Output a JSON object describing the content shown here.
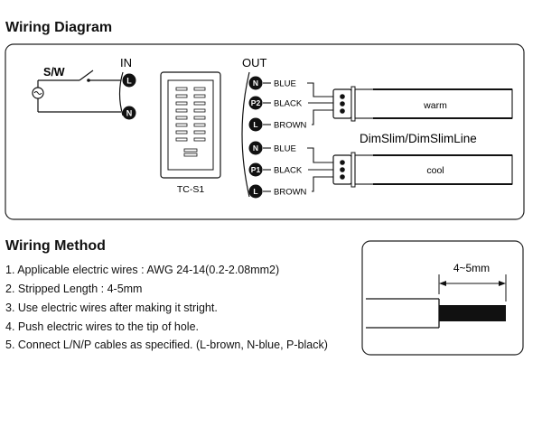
{
  "wiring_diagram": {
    "title": "Wiring Diagram",
    "switch_label": "S/W",
    "in_label": "IN",
    "out_label": "OUT",
    "device_label": "TC-S1",
    "in_terminals": [
      "L",
      "N"
    ],
    "out_terminals": [
      "N",
      "P2",
      "L",
      "N",
      "P1",
      "L"
    ],
    "wire_labels": [
      "BLUE",
      "BLACK",
      "BROWN",
      "BLUE",
      "BLACK",
      "BROWN"
    ],
    "product_label": "DimSlim/DimSlimLine",
    "lamps": [
      "warm",
      "cool"
    ]
  },
  "wiring_method": {
    "title": "Wiring Method",
    "steps": [
      "1. Applicable electric wires : AWG 24-14(0.2-2.08mm2)",
      "2. Stripped Length : 4-5mm",
      "3. Use electric wires after making it stright.",
      "4. Push electric wires to the tip of hole.",
      "5. Connect L/N/P cables as specified. (L-brown, N-blue, P-black)"
    ],
    "strip_length_label": "4~5mm"
  }
}
